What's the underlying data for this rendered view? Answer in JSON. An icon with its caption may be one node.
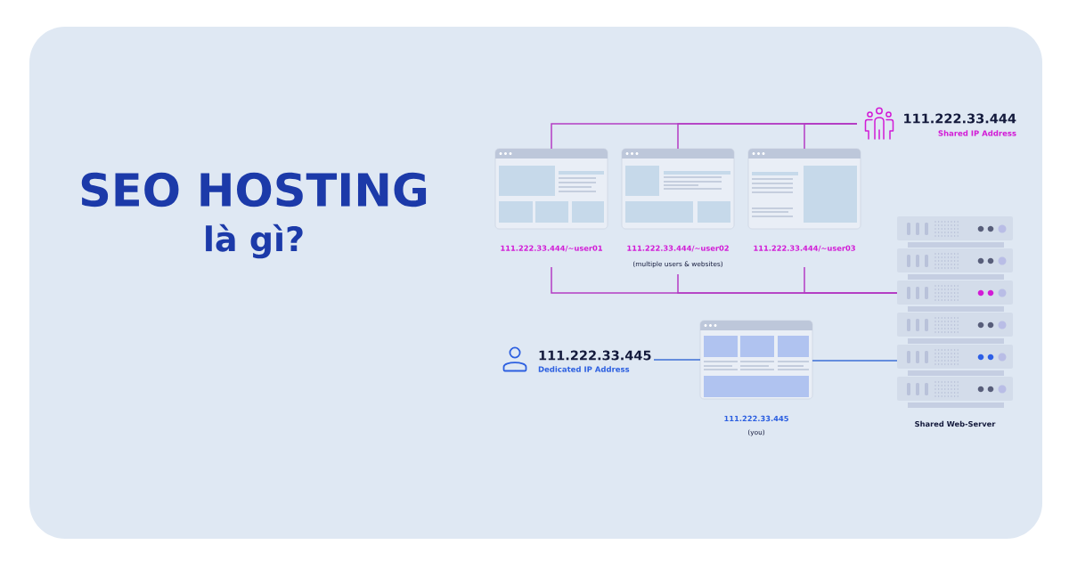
{
  "diagram": {
    "title": "SEO HOSTING",
    "nodes": [
      {
        "text": [
          "111.222.33.444",
          "Shared IP Address"
        ]
      },
      {
        "text": [],
        "shape": "picture",
        "beside": [
          "111.222.33.444/~user01"
        ]
      },
      {
        "text": [],
        "shape": "picture",
        "beside": [
          "111.222.33.444/~user02",
          "(multiple users & websites)"
        ]
      },
      {
        "text": [],
        "shape": "picture",
        "beside": [
          "111.222.33.444/~user03"
        ]
      },
      {
        "text": [],
        "shape": "picture",
        "beside": [
          "Shared Web-Server"
        ]
      },
      {
        "text": [
          "111.222.33.445",
          "Dedicated IP Address"
        ]
      },
      {
        "text": [],
        "shape": "picture",
        "beside": [
          "111.222.33.445",
          "(you)"
        ]
      }
    ],
    "edges": [
      {
        "from": 0,
        "to": 1,
        "arrow": "none"
      },
      {
        "from": 0,
        "to": 2,
        "arrow": "none"
      },
      {
        "from": 0,
        "to": 3,
        "arrow": "none"
      },
      {
        "from": 1,
        "to": 4,
        "arrow": "none"
      },
      {
        "from": 2,
        "to": 4,
        "arrow": "none"
      },
      {
        "from": 3,
        "to": 4,
        "arrow": "none"
      },
      {
        "from": 5,
        "to": 6,
        "arrow": "none",
        "color": "#3d6fd6"
      },
      {
        "from": 6,
        "to": 4,
        "arrow": "none",
        "color": "#3d6fd6"
      }
    ],
    "labels": [
      "là gì?"
    ]
  }
}
